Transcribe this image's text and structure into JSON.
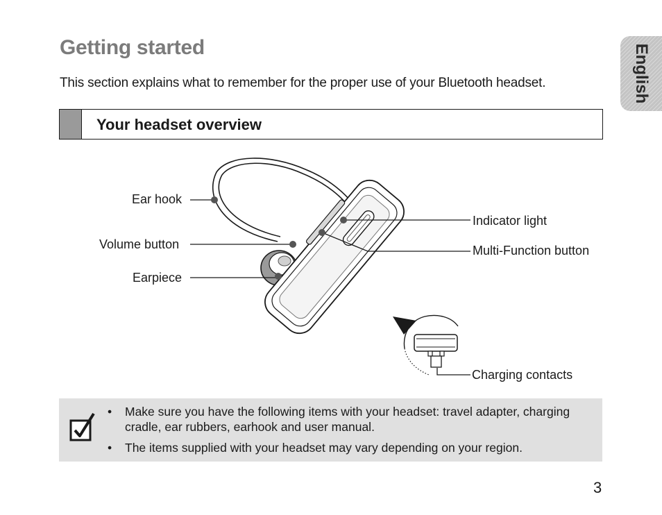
{
  "page": {
    "title": "Getting started",
    "intro": "This section explains what to remember for the proper use of your Bluetooth headset.",
    "language_tab": "English",
    "page_number": "3"
  },
  "section": {
    "title": "Your headset overview"
  },
  "diagram": {
    "labels": {
      "ear_hook": "Ear hook",
      "volume_button": "Volume button",
      "earpiece": "Earpiece",
      "indicator_light": "Indicator light",
      "multi_function_button": "Multi-Function button",
      "charging_contacts": "Charging contacts"
    }
  },
  "note": {
    "icon": "checkbox-check-icon",
    "bullet": "•",
    "items": [
      "Make sure you have the following items with your headset: travel adapter, charging cradle, ear rubbers, earhook and user manual.",
      "The items supplied with your headset may vary depending on your region."
    ]
  },
  "colors": {
    "title": "#7b7b7b",
    "section_marker": "#9a9a9a",
    "note_background": "#e0e0e0",
    "language_tab": "#c4c4c4"
  }
}
